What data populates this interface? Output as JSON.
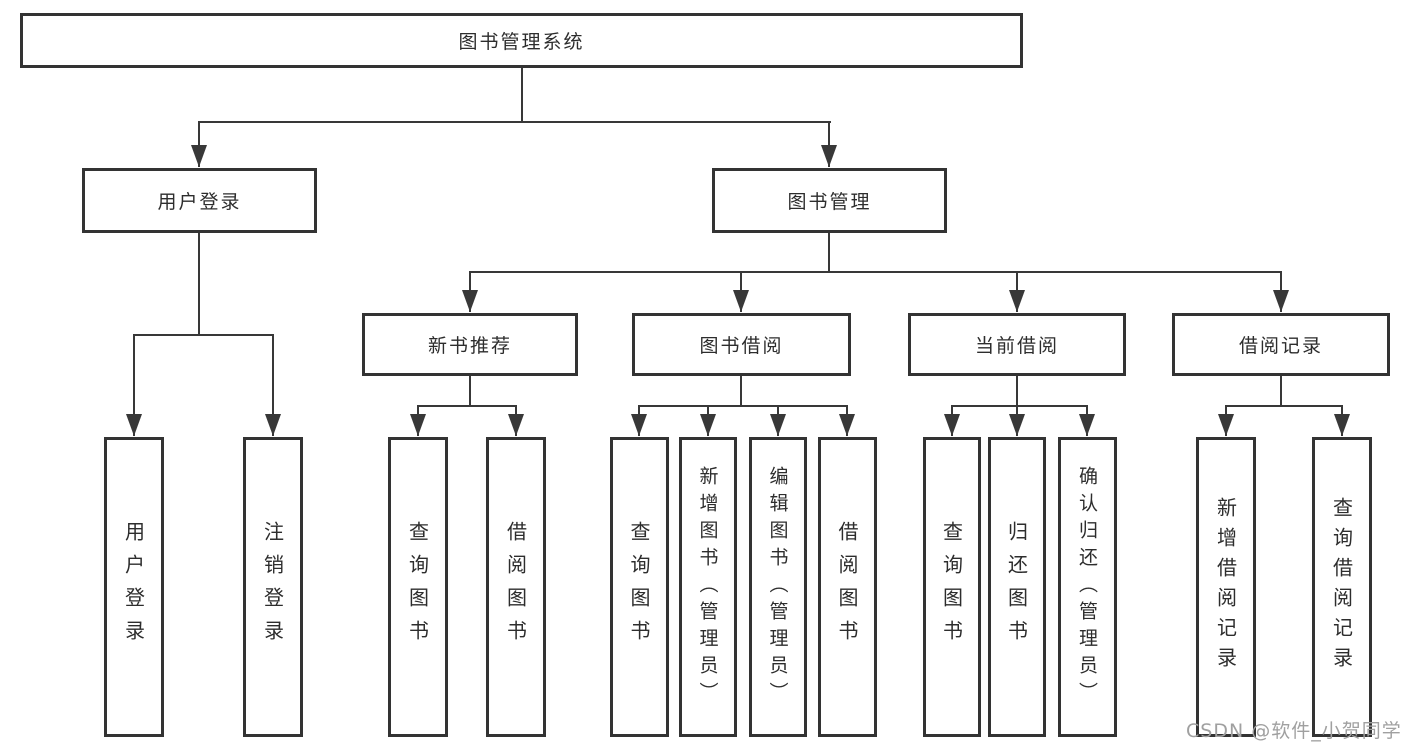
{
  "diagram": {
    "root": {
      "label": "图书管理系统"
    },
    "level2": [
      {
        "label": "用户登录"
      },
      {
        "label": "图书管理"
      }
    ],
    "level3": [
      {
        "label": "新书推荐"
      },
      {
        "label": "图书借阅"
      },
      {
        "label": "当前借阅"
      },
      {
        "label": "借阅记录"
      }
    ],
    "leaves": {
      "user_login": [
        {
          "label": "用户登录"
        },
        {
          "label": "注销登录"
        }
      ],
      "new_book_recommend": [
        {
          "label": "查询图书"
        },
        {
          "label": "借阅图书"
        }
      ],
      "book_borrow": [
        {
          "label": "查询图书"
        },
        {
          "label": "新增图书（管理员）"
        },
        {
          "label": "编辑图书（管理员）"
        },
        {
          "label": "借阅图书"
        }
      ],
      "current_borrow": [
        {
          "label": "查询图书"
        },
        {
          "label": "归还图书"
        },
        {
          "label": "确认归还（管理员）"
        }
      ],
      "borrow_records": [
        {
          "label": "新增借阅记录"
        },
        {
          "label": "查询借阅记录"
        }
      ]
    }
  },
  "watermark": {
    "text": "CSDN @软件_小贺同学"
  },
  "colors": {
    "line": "#383838",
    "border": "#333333",
    "text": "#2d2d2d",
    "watermark": "#a0a0a0",
    "background": "#ffffff"
  }
}
